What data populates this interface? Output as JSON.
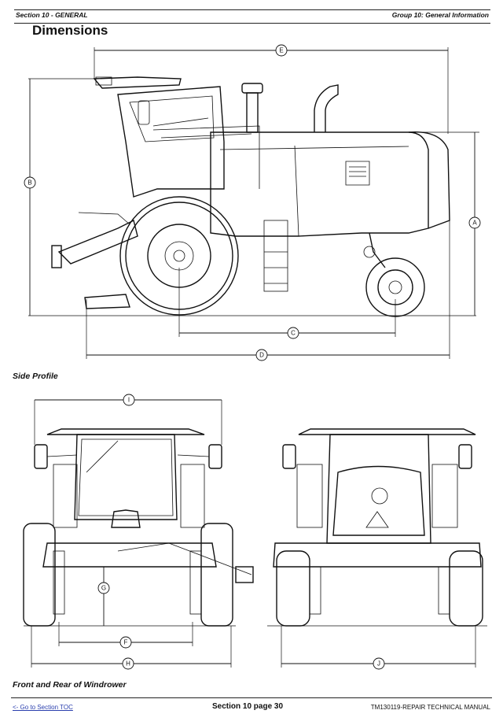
{
  "header": {
    "section": "Section 10 - GENERAL",
    "group": "Group 10: General Information"
  },
  "page_title": "Dimensions",
  "figure_captions": {
    "side": "Side Profile",
    "front_rear": "Front and Rear of Windrower"
  },
  "dimension_labels": {
    "a": "A",
    "b": "B",
    "c": "C",
    "d": "D",
    "e": "E",
    "f": "F",
    "g": "G",
    "h": "H",
    "i": "I",
    "j": "J"
  },
  "footer": {
    "toc_link": "<- Go to Section TOC",
    "page": "Section 10 page 30",
    "manual": "TM130119-REPAIR TECHNICAL MANUAL"
  }
}
